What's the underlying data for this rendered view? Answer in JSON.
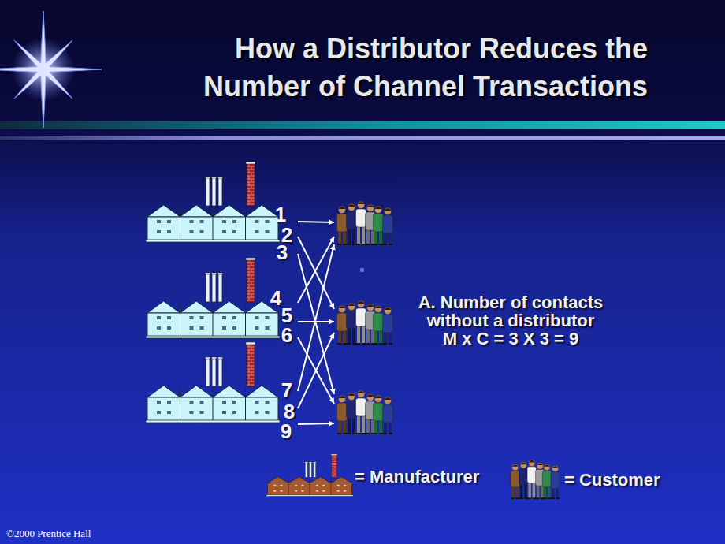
{
  "diagram": {
    "title": "How a Distributor Reduces the Number of Channel Transactions",
    "nodes": [
      {
        "text": []
      },
      {
        "text": []
      },
      {
        "text": []
      },
      {
        "text": []
      },
      {
        "text": []
      },
      {
        "text": []
      }
    ],
    "edges": [
      {
        "from": 0,
        "to": 3,
        "arrow": "to",
        "label": "1"
      },
      {
        "from": 0,
        "to": 4,
        "arrow": "to",
        "label": "2"
      },
      {
        "from": 0,
        "to": 5,
        "arrow": "to",
        "label": "3"
      },
      {
        "from": 1,
        "to": 3,
        "arrow": "to",
        "label": "4"
      },
      {
        "from": 1,
        "to": 4,
        "arrow": "to",
        "label": "5"
      },
      {
        "from": 1,
        "to": 5,
        "arrow": "to",
        "label": "6"
      },
      {
        "from": 2,
        "to": 3,
        "arrow": "to",
        "label": "7"
      },
      {
        "from": 2,
        "to": 4,
        "arrow": "to",
        "label": "8"
      },
      {
        "from": 2,
        "to": 5,
        "arrow": "to",
        "label": "9"
      }
    ],
    "labels": [
      "A. Number of contacts without a distributor M x C = 3 X 3 = 9",
      "©2000 Prentice Hall"
    ],
    "legend": [
      {
        "text": "= Manufacturer"
      },
      {
        "text": "= Customer"
      }
    ]
  }
}
